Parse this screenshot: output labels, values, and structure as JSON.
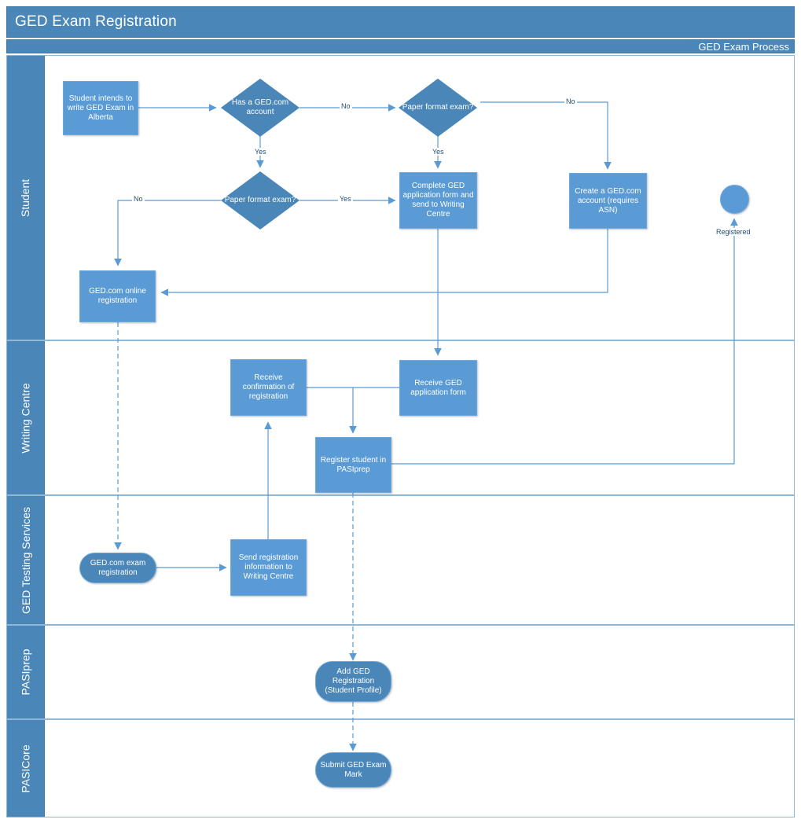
{
  "header": {
    "title": "GED Exam Registration",
    "phase": "GED Exam Process"
  },
  "colors": {
    "header_blue": "#4A86B8",
    "shape_blue": "#5B9BD5",
    "shape_border": "#6FA8DC",
    "lane_border": "#8FB8D6",
    "connector": "#5B9BD5",
    "label_text": "#1F4E79"
  },
  "lanes": [
    {
      "id": "student",
      "label": "Student"
    },
    {
      "id": "writing",
      "label": "Writing Centre"
    },
    {
      "id": "gedts",
      "label": "GED Testing Services"
    },
    {
      "id": "pasiprep",
      "label": "PASIprep"
    },
    {
      "id": "pasicore",
      "label": "PASICore"
    }
  ],
  "nodes": [
    {
      "id": "n1",
      "lane": "student",
      "type": "process",
      "label": "Student intends to write GED Exam in Alberta"
    },
    {
      "id": "n2",
      "lane": "student",
      "type": "decision",
      "label": "Has a GED.com account"
    },
    {
      "id": "n3",
      "lane": "student",
      "type": "decision",
      "label": "Paper format exam?"
    },
    {
      "id": "n4",
      "lane": "student",
      "type": "decision",
      "label": "Paper format exam?"
    },
    {
      "id": "n5",
      "lane": "student",
      "type": "process",
      "label": "Complete GED application form and send to Writing Centre"
    },
    {
      "id": "n6",
      "lane": "student",
      "type": "process",
      "label": "Create a GED.com account (requires ASN)"
    },
    {
      "id": "n7",
      "lane": "student",
      "type": "process",
      "label": "GED.com online registration"
    },
    {
      "id": "n8",
      "lane": "student",
      "type": "circle",
      "label": ""
    },
    {
      "id": "n9",
      "lane": "writing",
      "type": "process",
      "label": "Receive confirmation of registration"
    },
    {
      "id": "n10",
      "lane": "writing",
      "type": "process",
      "label": "Receive GED application form"
    },
    {
      "id": "n11",
      "lane": "writing",
      "type": "process",
      "label": "Register student in PASIprep"
    },
    {
      "id": "n12",
      "lane": "gedts",
      "type": "terminator",
      "label": "GED.com exam registration"
    },
    {
      "id": "n13",
      "lane": "gedts",
      "type": "process",
      "label": "Send registration information to Writing Centre"
    },
    {
      "id": "n14",
      "lane": "pasiprep",
      "type": "terminator",
      "label": "Add GED Registration (Student Profile)"
    },
    {
      "id": "n15",
      "lane": "pasicore",
      "type": "terminator",
      "label": "Submit GED Exam Mark"
    }
  ],
  "edge_labels": {
    "has_account_no": "No",
    "has_account_yes": "Yes",
    "paper_top_no": "No",
    "paper_top_yes": "Yes",
    "paper_mid_no": "No",
    "paper_mid_yes": "Yes",
    "registered": "Registered"
  }
}
